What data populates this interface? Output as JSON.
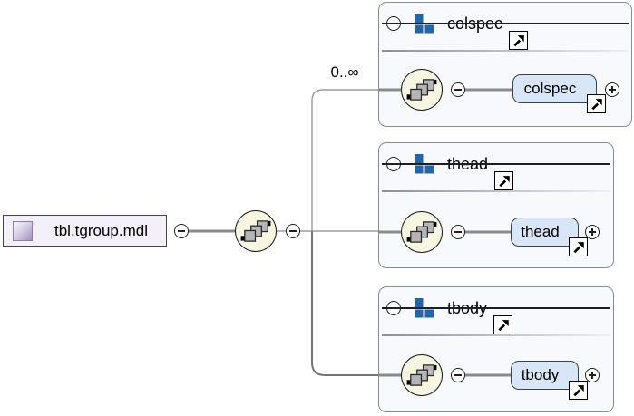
{
  "diagram": {
    "root_element": {
      "label": "tbl.tgroup.mdl",
      "icon": "purple-gradient-square"
    },
    "sequence": {
      "occurrence_label": "0..∞",
      "compositor": "sequence"
    },
    "icons": {
      "collapse": "minus-circle",
      "expand": "plus-circle",
      "reference_link": "arrow-up-right",
      "sequence_compositor": "diagonal-gray-squares",
      "model_group": "blue-squares"
    },
    "groups": [
      {
        "name": "colspec",
        "element": "colspec"
      },
      {
        "name": "thead",
        "element": "thead"
      },
      {
        "name": "tbody",
        "element": "tbody"
      }
    ],
    "colors": {
      "group_icon_blue": "#2166ad",
      "sequence_fill": "#f6f6e1",
      "element_box_fill": "#d9e6f8",
      "element_box_border": "#39414d",
      "root_box_fill": "#f3f0fa",
      "root_icon_purple": "#a28fc4",
      "group_box_fill": "#f8f9fd",
      "connector_gray": "#8a8a8a"
    }
  }
}
